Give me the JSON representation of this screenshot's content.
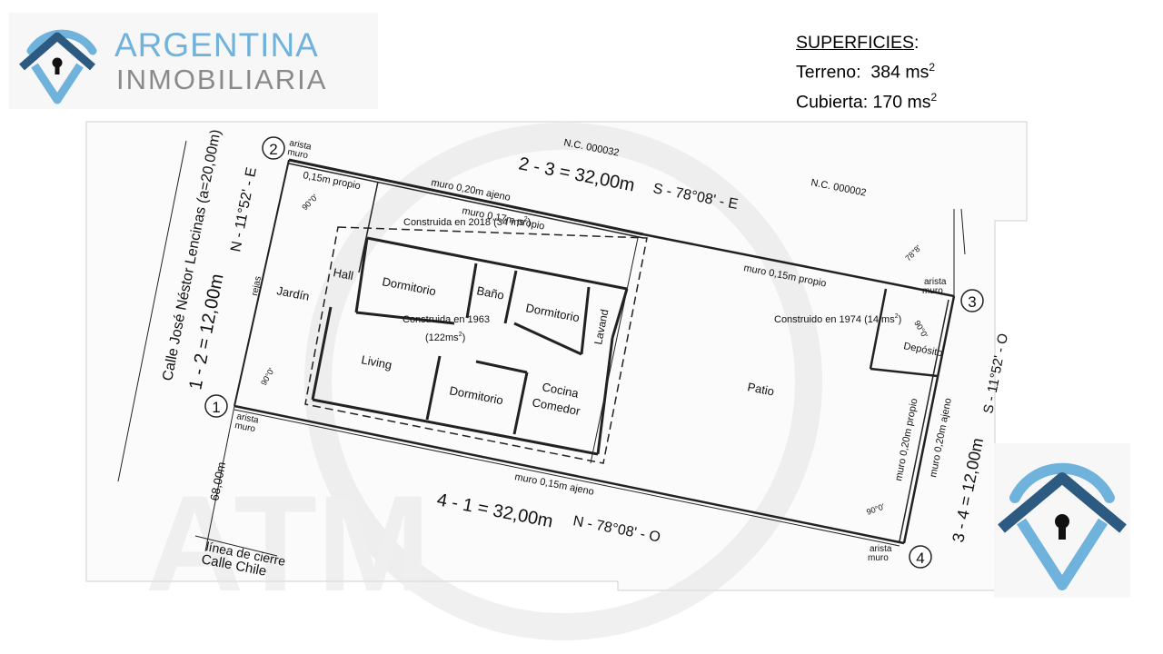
{
  "brand": {
    "line1": "ARGENTINA",
    "line2": "INMOBILIARIA"
  },
  "superficies": {
    "title": "SUPERFICIES",
    "terreno_label": "Terreno:",
    "terreno_value": "384 ms",
    "terreno_sup": "2",
    "cubierta_label": "Cubierta:",
    "cubierta_value": "170 ms",
    "cubierta_sup": "2"
  },
  "plan": {
    "points": {
      "p1": "1",
      "p2": "2",
      "p3": "3",
      "p4": "4"
    },
    "side_12": "1 - 2 = 12,00m",
    "bearing_12": "N - 11°52' - E",
    "side_23": "2 - 3 = 32,00m",
    "bearing_23": "S - 78°08' - E",
    "side_34": "3 - 4 = 12,00m",
    "bearing_34": "S - 11°52' - O",
    "side_41": "4 - 1 = 32,00m",
    "bearing_41": "N - 78°08' - O",
    "street_main": "Calle José Néstor Lencinas (a=20,00m)",
    "street_chile": "Calle Chile",
    "linea_cierre": "línea de cierre",
    "dist_68": "68,00m",
    "arista": "arista",
    "muro": "muro",
    "angle_90": "90°0'",
    "angle_78": "78°8'",
    "muro_015_propio_top": "0,15m propio",
    "muro_020_ajeno_top": "muro 0,20m ajeno",
    "muro_017_propio": "muro 0,17m propio",
    "muro_015_propio_right": "muro 0,15m propio",
    "muro_015_ajeno_bottom": "muro 0,15m ajeno",
    "muro_020_propio_right": "muro 0,20m propio",
    "muro_020_ajeno_right": "muro 0,20m ajeno",
    "rejas": "rejas",
    "nc_top": "N.C. 000032",
    "nc_right": "N.C. 000002",
    "rooms": {
      "jardin": "Jardín",
      "hall": "Hall",
      "dormitorio1": "Dormitorio",
      "bano": "Baño",
      "dormitorio2": "Dormitorio",
      "lavand": "Lavand",
      "living": "Living",
      "dormitorio3": "Dormitorio",
      "cocina": "Cocina",
      "comedor": "Comedor",
      "patio": "Patio",
      "deposito": "Depósito"
    },
    "notes": {
      "n2018": "Construida en 2018 (34 ms",
      "n2018_sup": "2",
      "n2018_end": ")",
      "n1963": "Construida en 1963",
      "n1963_b": "(122ms",
      "n1963_sup": "2",
      "n1963_end": ")",
      "n1974": "Construido en 1974 (14 ms",
      "n1974_sup": "2",
      "n1974_end": ")"
    }
  },
  "colors": {
    "brand_light": "#6fb2dc",
    "brand_dark": "#2c5a80",
    "brand_gray": "#8a8a8a"
  },
  "watermark_letters": "ATM"
}
